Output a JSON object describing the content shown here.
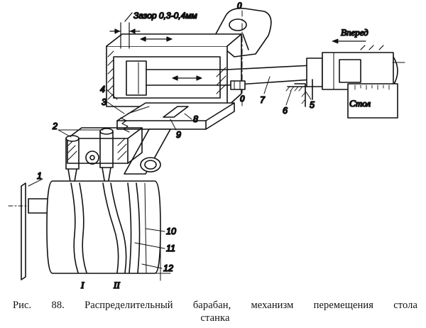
{
  "figure": {
    "callouts": {
      "gap": "Зазор 0,3-0,4мм",
      "forward": "Вперед",
      "table": "Стол",
      "axis_top": "0",
      "axis_bottom": "0"
    },
    "part_numbers": {
      "n1": "1",
      "n2": "2",
      "n3": "3",
      "n4": "4",
      "n5": "5",
      "n6": "6",
      "n7": "7",
      "n8": "8",
      "n9": "9",
      "n10": "10",
      "n11": "11",
      "n12": "12"
    },
    "roman_labels": {
      "first": "I",
      "second": "II"
    }
  },
  "caption": {
    "line1": "Рис. 88. Распределительный барабан, механизм перемещения стола",
    "line2": "станка"
  }
}
